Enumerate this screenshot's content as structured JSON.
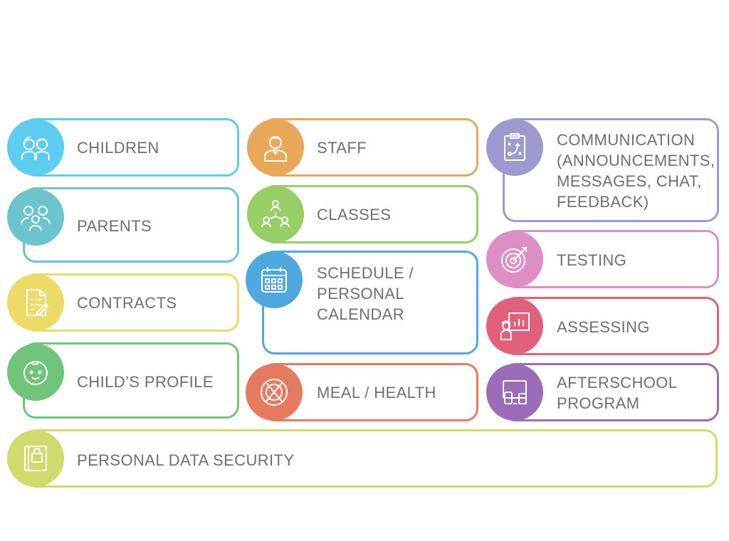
{
  "modules": {
    "children": {
      "label": "CHILDREN",
      "color": "#5ccdf0",
      "icon": "children-icon"
    },
    "parents": {
      "label": "PARENTS",
      "color": "#6cc4cc",
      "icon": "parents-icon"
    },
    "contracts": {
      "label": "CONTRACTS",
      "color": "#ecdb67",
      "icon": "contract-document-icon"
    },
    "child_profile": {
      "label": "CHILD’S PROFILE",
      "color": "#6fc57c",
      "icon": "baby-face-icon"
    },
    "staff": {
      "label": "STAFF",
      "color": "#e8a85a",
      "icon": "staff-person-icon"
    },
    "classes": {
      "label": "CLASSES",
      "color": "#97cf66",
      "icon": "group-network-icon"
    },
    "schedule": {
      "label": "SCHEDULE /\nPERSONAL\nCALENDAR",
      "color": "#4fa8e0",
      "icon": "calendar-icon"
    },
    "meal": {
      "label": "MEAL / HEALTH",
      "color": "#e57a5f",
      "icon": "plate-cutlery-icon"
    },
    "communication": {
      "label": "COMMUNICATION\n(ANNOUNCEMENTS,\nMESSAGES, CHAT,\nFEEDBACK)",
      "color": "#9d9ad2",
      "icon": "clipboard-strategy-icon"
    },
    "testing": {
      "label": "TESTING",
      "color": "#dc8fc3",
      "icon": "target-arrow-icon"
    },
    "assessing": {
      "label": "ASSESSING",
      "color": "#e1607c",
      "icon": "teacher-board-icon"
    },
    "afterschool": {
      "label": "AFTERSCHOOL\nPROGRAM",
      "color": "#9b6cb8",
      "icon": "devices-icon"
    },
    "security": {
      "label": "PERSONAL DATA SECURITY",
      "color": "#cfdc6d",
      "icon": "secure-book-icon"
    }
  }
}
